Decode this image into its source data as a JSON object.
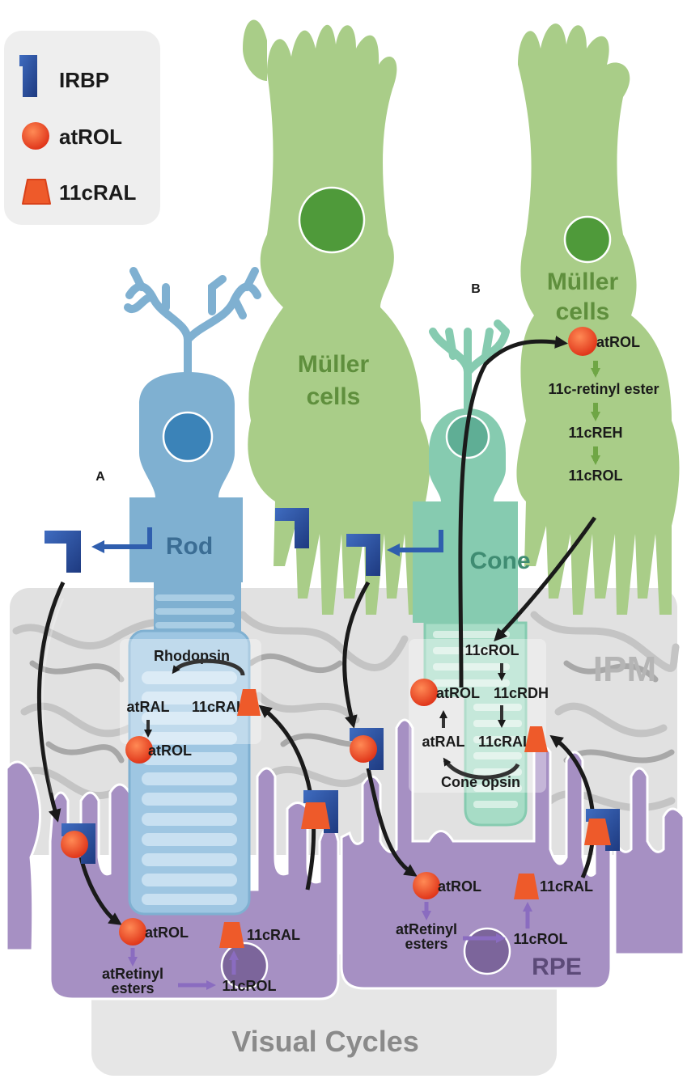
{
  "legend": {
    "items": [
      {
        "label": "IRBP",
        "icon": "irbp-icon"
      },
      {
        "label": "atROL",
        "icon": "atrol-sphere-icon"
      },
      {
        "label": "11cRAL",
        "icon": "11cral-trapezoid-icon"
      }
    ]
  },
  "cells": {
    "muller_left": "Müller",
    "muller_left_2": "cells",
    "muller_right": "Müller",
    "muller_right_2": "cells",
    "rod": "Rod",
    "cone": "Cone"
  },
  "regions": {
    "ipm": "IPM",
    "rpe": "RPE",
    "title": "Visual Cycles"
  },
  "panel_labels": {
    "a": "A",
    "b": "B"
  },
  "rod_cycle": {
    "rhodopsin": "Rhodopsin",
    "atral": "atRAL",
    "cral_11c": "11cRAL",
    "atrol_os": "atROL",
    "atrol_rpe": "atROL",
    "cral_rpe": "11cRAL",
    "esters_1": "atRetinyl",
    "esters_2": "esters",
    "crol": "11cROL"
  },
  "cone_cycle": {
    "crol_os": "11cROL",
    "atrol_os": "atROL",
    "crdh": "11cRDH",
    "atral": "atRAL",
    "cral_11c": "11cRAL",
    "cone_opsin": "Cone opsin",
    "atrol_rpe": "atROL",
    "cral_rpe": "11cRAL",
    "esters_1": "atRetinyl",
    "esters_2": "esters",
    "crol_rpe": "11cROL"
  },
  "muller_cycle": {
    "atrol": "atROL",
    "ester": "11c-retinyl ester",
    "creh": "11cREH",
    "crol": "11cROL"
  },
  "colors": {
    "muller": "#a9cd88",
    "muller_nucleus": "#4f9a3a",
    "muller_text": "#5f8f3d",
    "rod": "#7fb0d1",
    "rod_nucleus": "#3b83b8",
    "cone": "#86cbb0",
    "rpe": "#a690c3",
    "rpe_nucleus": "#7c659b",
    "ipm": "#d9d9d9",
    "irbp": "#2f4f9c",
    "atrol": "#f04a20",
    "cral": "#ee5a2a",
    "arrow": "#1a1a1a",
    "purple_arrow": "#8a6cc0",
    "green_arrow": "#6fa645"
  }
}
